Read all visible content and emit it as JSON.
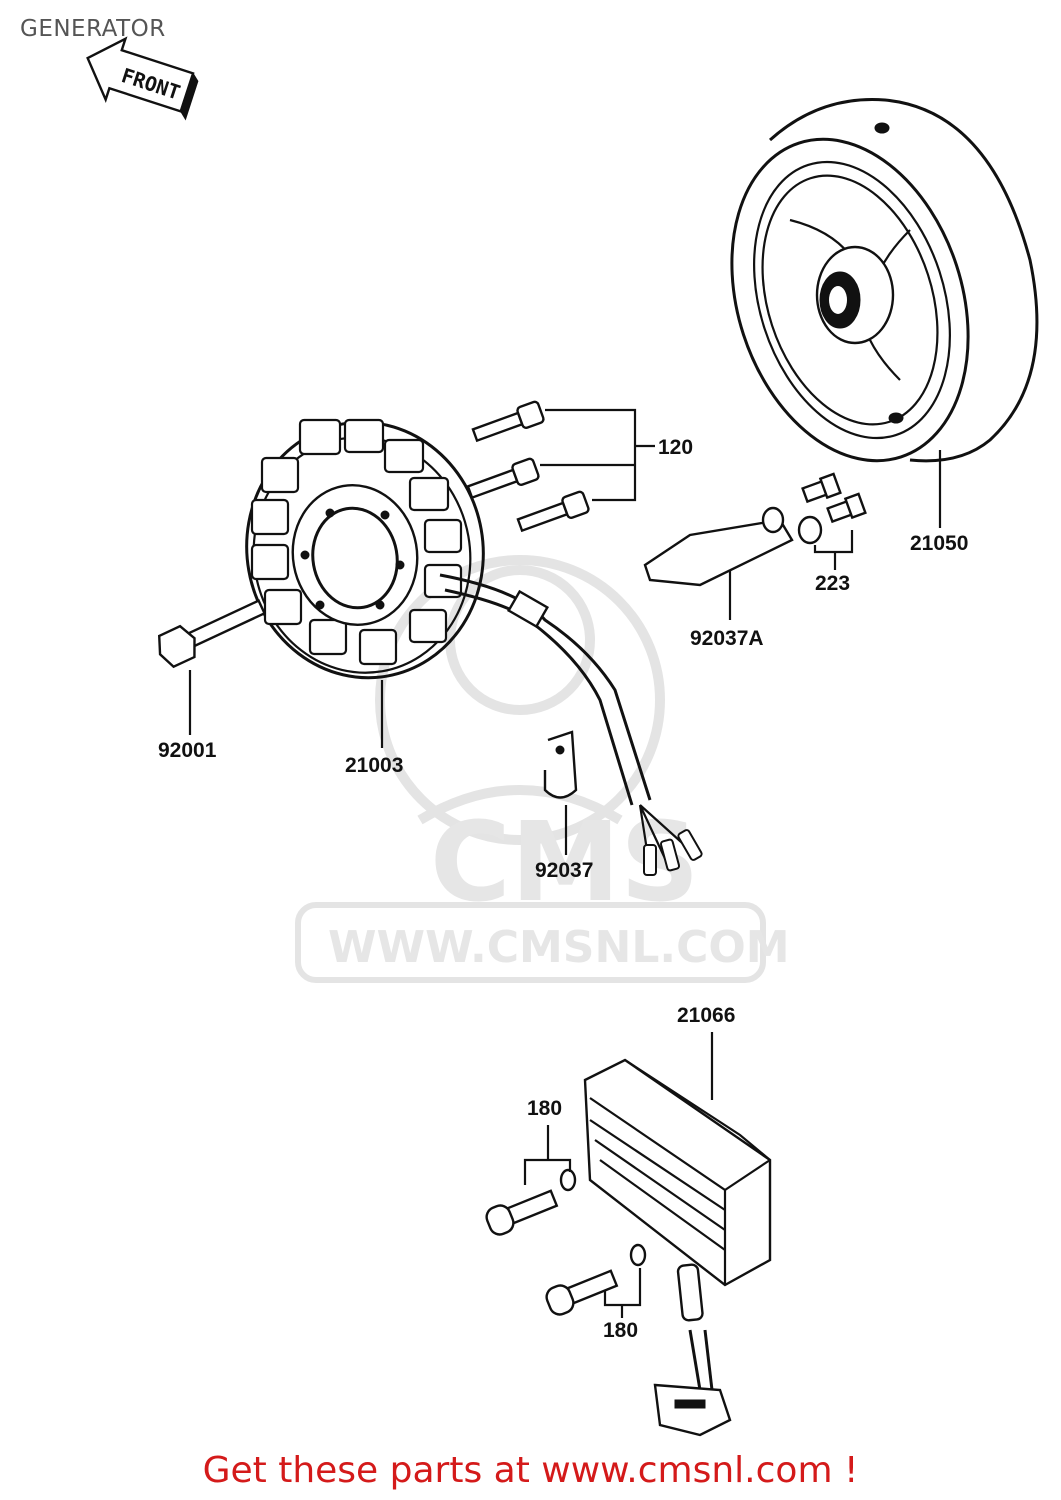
{
  "title": "GENERATOR",
  "front_arrow_label": "FRONT",
  "watermark": {
    "logo_text": "CMS",
    "url": "WWW.CMSNL.COM"
  },
  "callouts": {
    "bolts_120": "120",
    "rotor": "21050",
    "nuts_223": "223",
    "plate": "92037A",
    "stator": "21003",
    "bolt_92001": "92001",
    "clamp": "92037",
    "regulator": "21066",
    "screw_upper": "180",
    "screw_lower": "180"
  },
  "footer": "Get these parts at www.cmsnl.com !"
}
